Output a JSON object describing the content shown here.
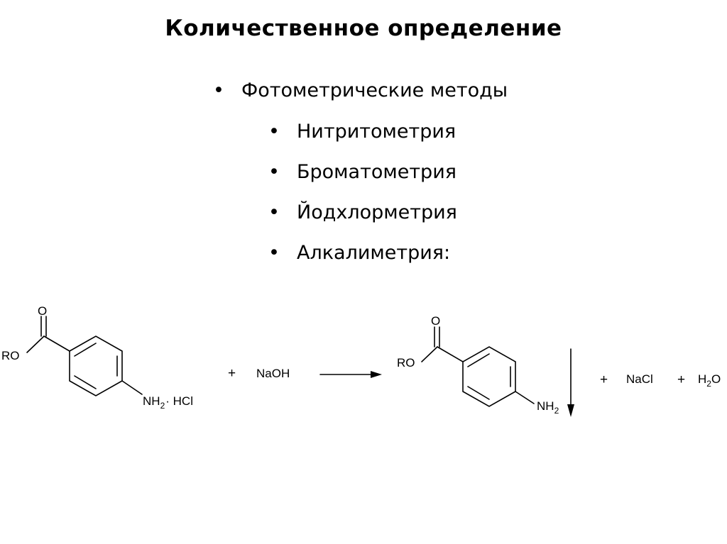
{
  "title": "Количественное определение",
  "bullets": [
    {
      "marker": "•",
      "text": "Фотометрические методы"
    },
    {
      "marker": "•",
      "text": "Нитритометрия"
    },
    {
      "marker": "•",
      "text": "Броматометрия"
    },
    {
      "marker": "•",
      "text": "Йодхлорметрия"
    },
    {
      "marker": "•",
      "text": "Алкалиметрия:"
    }
  ],
  "reaction": {
    "reactant": {
      "carbonyl_o": "O",
      "ester_group": "RO",
      "amine": "NH",
      "amine_subscript": "2",
      "salt": "· HCl"
    },
    "plus_1": "+",
    "reagent": "NaOH",
    "product": {
      "carbonyl_o": "O",
      "ester_group": "RO",
      "amine": "NH",
      "amine_subscript": "2"
    },
    "plus_2": "+",
    "byproduct_1": "NaCl",
    "plus_3": "+",
    "byproduct_2_main": "H",
    "byproduct_2_sub": "2",
    "byproduct_2_end": "O"
  }
}
